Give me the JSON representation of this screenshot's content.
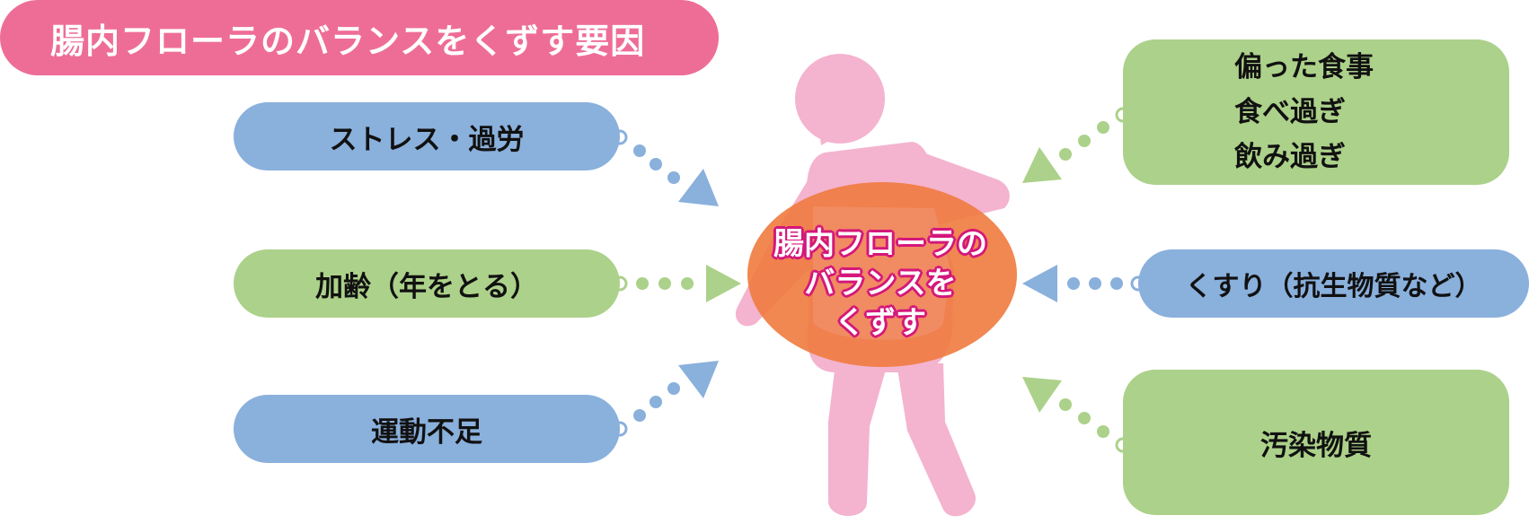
{
  "title": "腸内フローラのバランスをくずす要因",
  "center": {
    "line1": "腸内フローラの",
    "line2": "バランスを",
    "line3": "くずす"
  },
  "factors": {
    "stress": "ストレス・過労",
    "aging": "加齢（年をとる）",
    "exercise": "運動不足",
    "diet": [
      "偏った食事",
      "食べ過ぎ",
      "飲み過ぎ"
    ],
    "medicine": "くすり（抗生物質など）",
    "pollutants": "汚染物質"
  },
  "colors": {
    "title_bg": "#ee6d97",
    "factor_blue": "#8ab0dc",
    "factor_green": "#acd18a",
    "figure_pink": "#f4b3cf",
    "center_orange": "#f07a3e",
    "center_text_outline": "#d4177a"
  }
}
